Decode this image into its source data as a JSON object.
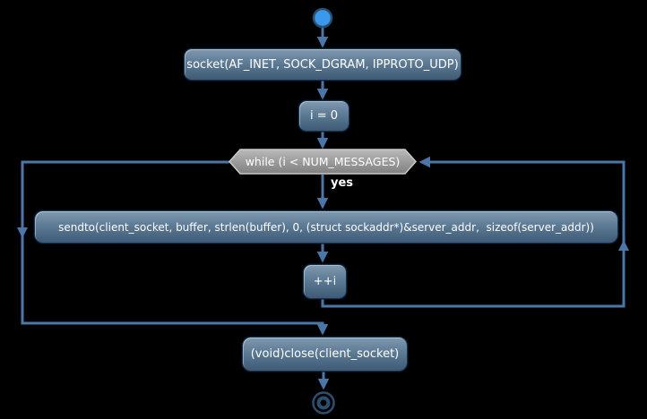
{
  "diagram": {
    "type": "activity-flowchart",
    "background_color": "#000000",
    "colors": {
      "activity_fill_top": "#8099af",
      "activity_fill_bottom": "#3e5a76",
      "activity_border": "#15304a",
      "decision_fill_top": "#b7b7b7",
      "decision_fill_bottom": "#828282",
      "decision_border": "#c9c9c9",
      "edge": "#4b76a7",
      "start_fill": "#3b99ec",
      "start_border": "#28506f",
      "end_ring": "#2b4f6e",
      "text": "#ffffff"
    },
    "nodes": [
      {
        "id": "start",
        "type": "start"
      },
      {
        "id": "socket-call",
        "type": "activity",
        "label": "socket(AF_INET, SOCK_DGRAM, IPPROTO_UDP)"
      },
      {
        "id": "init-counter",
        "type": "activity",
        "label": "i = 0"
      },
      {
        "id": "while-loop",
        "type": "decision",
        "label": "while (i < NUM_MESSAGES)"
      },
      {
        "id": "sendto-call",
        "type": "activity",
        "label": "sendto(client_socket, buffer, strlen(buffer), 0, (struct sockaddr*)&server_addr,  sizeof(server_addr))"
      },
      {
        "id": "increment",
        "type": "activity",
        "label": "++i"
      },
      {
        "id": "close-call",
        "type": "activity",
        "label": "(void)close(client_socket)"
      },
      {
        "id": "end",
        "type": "end"
      }
    ],
    "edge_labels": {
      "loop_true": "yes"
    }
  }
}
